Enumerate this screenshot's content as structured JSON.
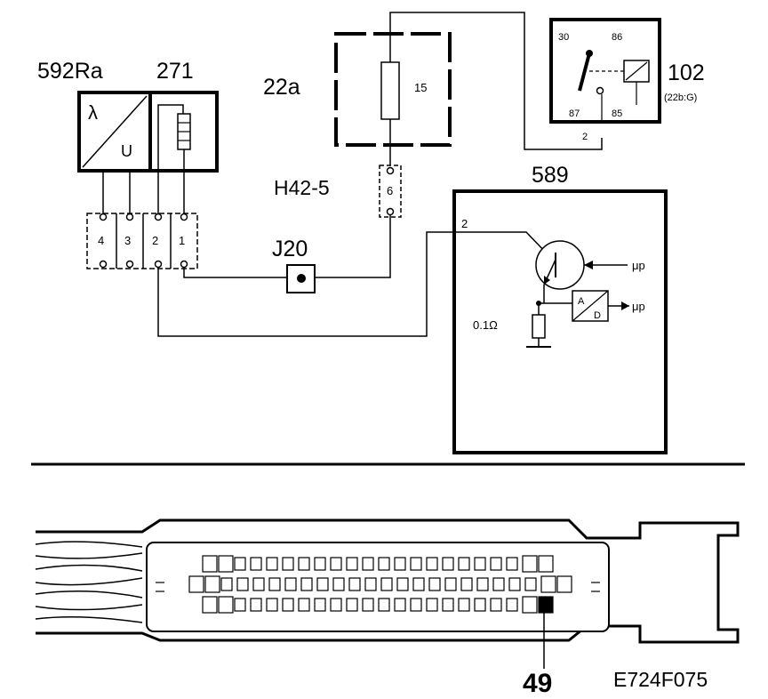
{
  "components": {
    "sensor_label": "592Ra",
    "heater_label": "271",
    "sensor_lambda": "λ",
    "sensor_u": "U",
    "fuse_box_label": "22a",
    "fuse_number": "15",
    "connector_label": "H42-5",
    "connector_pin": "6",
    "relay_label": "102",
    "relay_sublabel": "(22b:G)",
    "relay_pin_30": "30",
    "relay_pin_86": "86",
    "relay_pin_87": "87",
    "relay_pin_85": "85",
    "relay_pin_2": "2",
    "ecu_label": "589",
    "ecu_pin_2": "2",
    "ecu_mu_p_1": "μp",
    "ecu_mu_p_2": "μp",
    "ecu_resistor": "0.1Ω",
    "ecu_ad_a": "A",
    "ecu_ad_d": "D",
    "junction_label": "J20",
    "plug_pins": [
      "4",
      "3",
      "2",
      "1"
    ]
  },
  "connector_view": {
    "pin_label": "49"
  },
  "figure_code": "E724F075"
}
